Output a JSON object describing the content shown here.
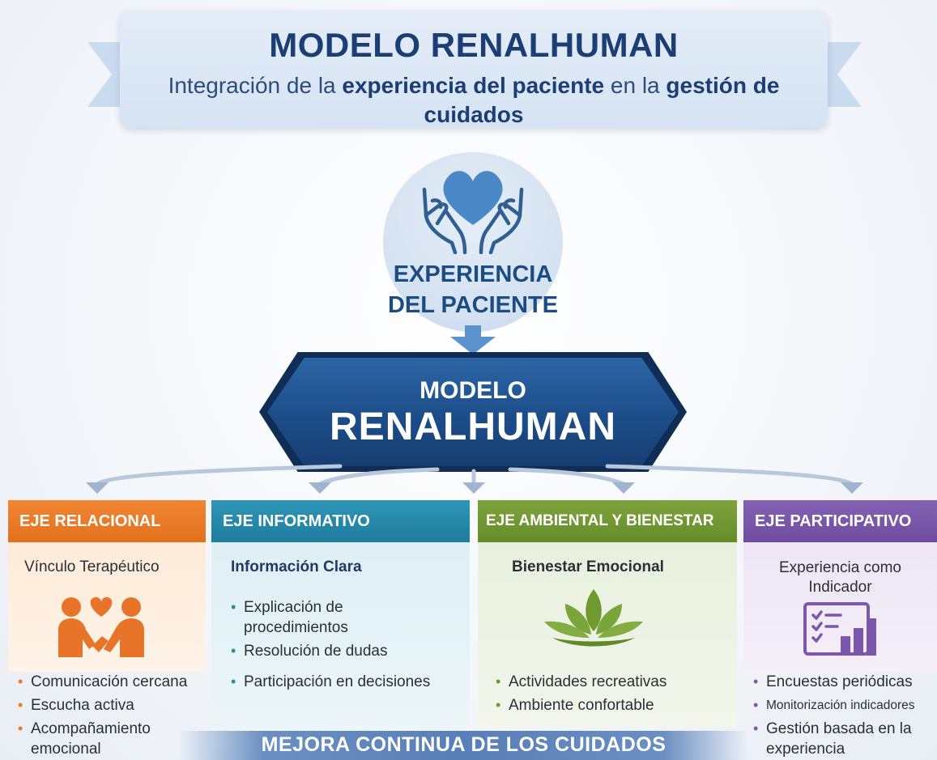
{
  "banner": {
    "title": "MODELO RENALHUMAN",
    "subtitle_pre": "Integración de la ",
    "subtitle_bold1": "experiencia del paciente",
    "subtitle_mid": " en la ",
    "subtitle_bold2": "gestión de cuidados"
  },
  "center": {
    "label": "EXPERIENCIA\nDEL PACIENTE",
    "icon": "heart-in-hands-icon"
  },
  "hexagon": {
    "line1": "MODELO",
    "line2": "RENALHUMAN"
  },
  "columns": [
    {
      "header": "EJE RELACIONAL",
      "subtitle": "Vínculo Terapéutico",
      "icon": "people-heart-icon",
      "items_top": [],
      "items_bottom": [
        "Comunicación cercana",
        "Escucha activa",
        "Acompañamiento emocional"
      ],
      "color": "#e2711d"
    },
    {
      "header": "EJE INFORMATIVO",
      "subtitle": "Información Clara",
      "icon": "",
      "items_top": [
        "Explicación de procedimientos",
        "Resolución de dudas"
      ],
      "items_bottom": [
        "Participación en decisiones"
      ],
      "color": "#1f7d9f"
    },
    {
      "header": "EJE AMBIENTAL Y BIENESTAR",
      "subtitle": "Bienestar Emocional",
      "icon": "lotus-icon",
      "items_top": [],
      "items_bottom": [
        "Actividades recreativas",
        "Ambiente confortable"
      ],
      "color": "#668c2a"
    },
    {
      "header": "EJE PARTICIPATIVO",
      "subtitle": "Experiencia como Indicador",
      "icon": "checklist-chart-icon",
      "items_top": [],
      "items_bottom": [
        "Encuestas periódicas",
        "Monitorización indicadores",
        "Gestión basada en la experiencia"
      ],
      "color": "#6e4c9f"
    }
  ],
  "footer": {
    "text": "MEJORA CONTINUA DE LOS CUIDADOS"
  }
}
